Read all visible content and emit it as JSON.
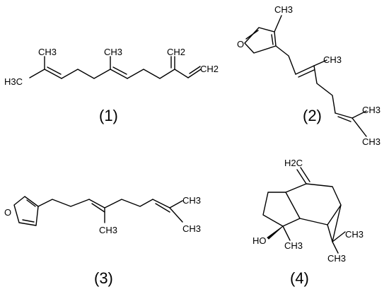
{
  "structures": [
    {
      "caption": "(1)",
      "labels": {
        "methyl_a": "CH3",
        "methyl_b": "H3C",
        "methyl_c": "CH3",
        "methylene": "CH2",
        "vinyl": "CH2"
      }
    },
    {
      "caption": "(2)",
      "labels": {
        "furan_o": "O",
        "methyl_ring": "CH3",
        "methyl_mid": "CH3",
        "methyl_end_a": "CH3",
        "methyl_end_b": "CH3"
      }
    },
    {
      "caption": "(3)",
      "labels": {
        "furan_o": "O",
        "methyl_mid": "CH3",
        "methyl_end_a": "CH3",
        "methyl_end_b": "CH3"
      }
    },
    {
      "caption": "(4)",
      "labels": {
        "methylene": "H2C",
        "hydroxyl": "HO",
        "methyl_oh": "CH3",
        "methyl_gem_a": "CH3",
        "methyl_gem_b": "CH3"
      }
    }
  ]
}
